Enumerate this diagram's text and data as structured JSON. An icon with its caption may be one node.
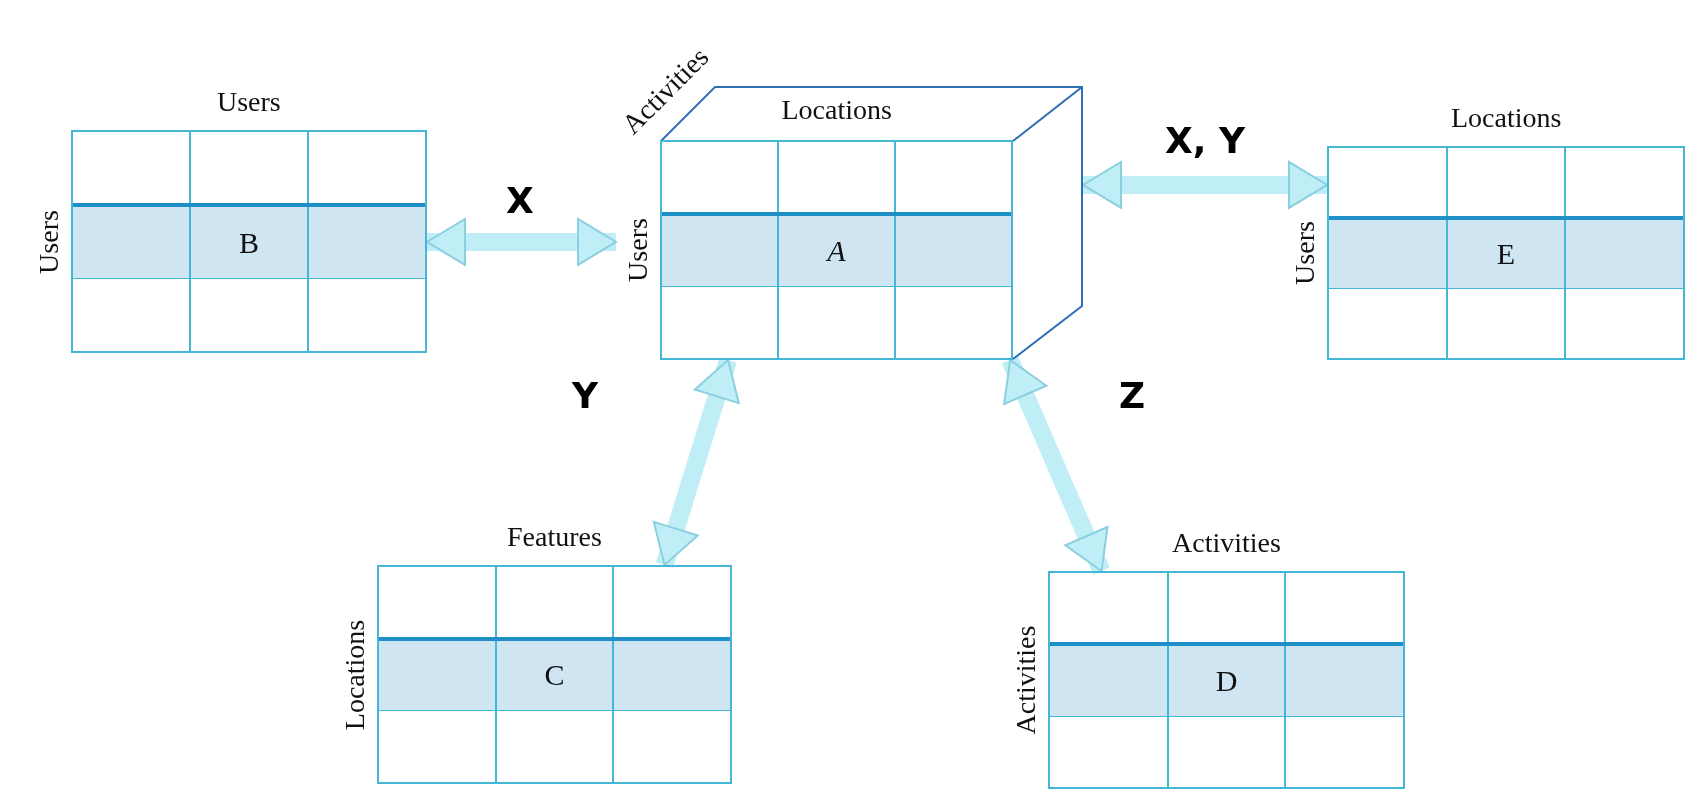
{
  "diagram": {
    "nodes": [
      {
        "text": [
          "Users",
          "Users",
          "B"
        ]
      },
      {
        "text": [
          "Activities",
          "Locations",
          "Users",
          "A"
        ]
      },
      {
        "text": [
          "Locations",
          "Users",
          "E"
        ]
      },
      {
        "text": [
          "Features",
          "Locations",
          "C"
        ]
      },
      {
        "text": [
          "Activities",
          "Activities",
          "D"
        ]
      }
    ],
    "edges": [
      {
        "from": 0,
        "to": 1,
        "arrow": "both",
        "label": "X"
      },
      {
        "from": 1,
        "to": 2,
        "arrow": "both",
        "label": "X, Y"
      },
      {
        "from": 1,
        "to": 3,
        "arrow": "both",
        "label": "Y"
      },
      {
        "from": 1,
        "to": 4,
        "arrow": "both",
        "label": "Z"
      }
    ]
  }
}
